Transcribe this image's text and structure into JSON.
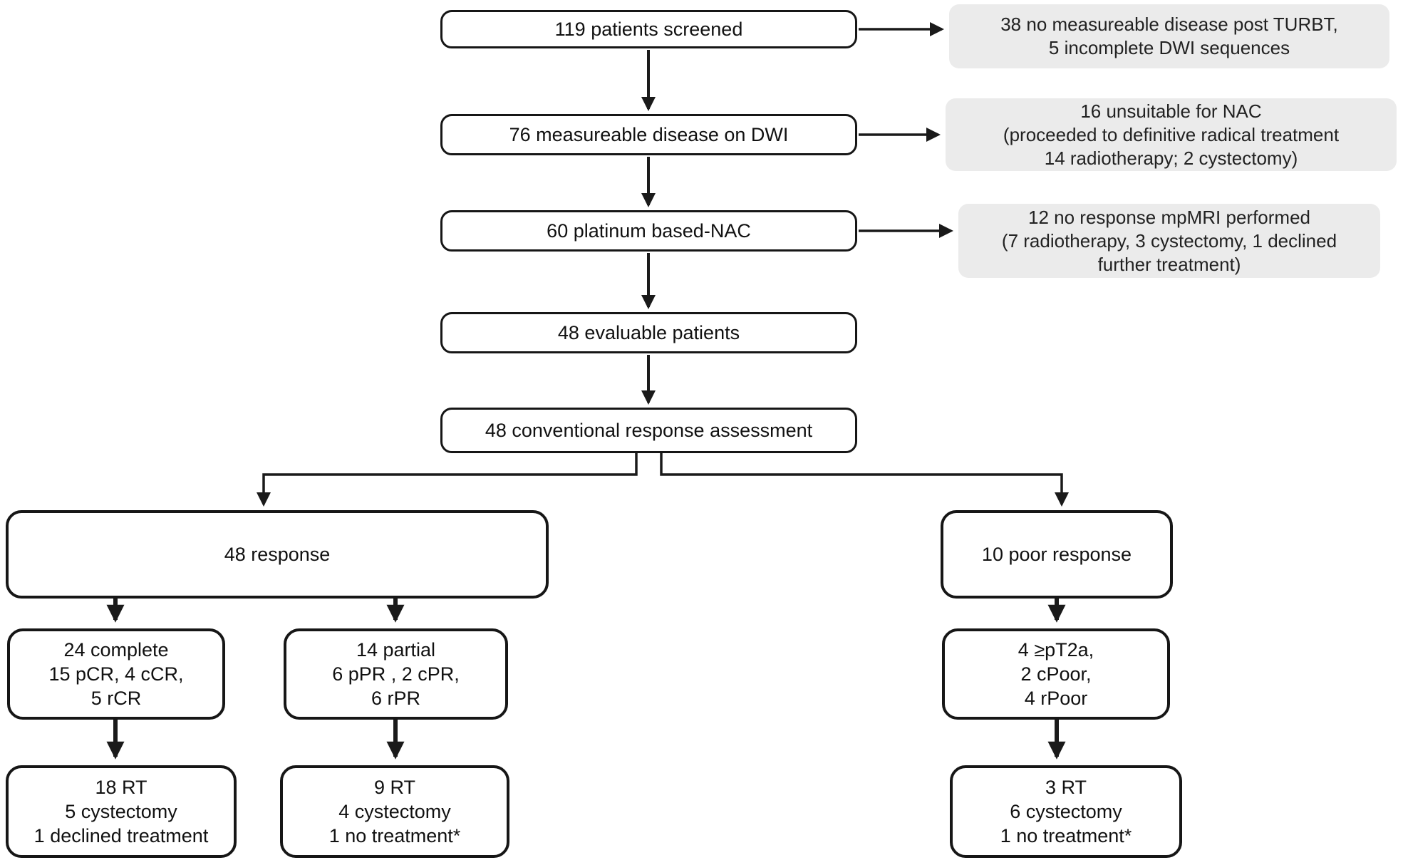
{
  "flow": {
    "screened": "119 patients screened",
    "measurable": "76 measureable disease on DWI",
    "nac": "60 platinum based-NAC",
    "evaluable": "48 evaluable patients",
    "assessment": "48 conventional response assessment"
  },
  "exclusions": {
    "turbt": {
      "lines": [
        "38 no measureable disease post TURBT,",
        "5 incomplete DWI sequences"
      ]
    },
    "unsuitable": {
      "lines": [
        "16 unsuitable for NAC",
        "(proceeded to definitive radical treatment",
        "14 radiotherapy; 2 cystectomy)"
      ]
    },
    "no_response": {
      "lines": [
        "12 no response mpMRI performed",
        "(7 radiotherapy, 3 cystectomy, 1 declined",
        "further treatment)"
      ]
    }
  },
  "response_branch": {
    "header": "48 response",
    "complete": {
      "lines": [
        "24 complete",
        "15 pCR, 4 cCR,",
        "5 rCR"
      ]
    },
    "partial": {
      "lines": [
        "14 partial",
        "6 pPR , 2 cPR,",
        "6 rPR"
      ]
    },
    "complete_outcome": {
      "lines": [
        "18 RT",
        "5 cystectomy",
        "1 declined treatment"
      ]
    },
    "partial_outcome": {
      "lines": [
        "9 RT",
        "4 cystectomy",
        "1 no treatment*"
      ]
    }
  },
  "poor_branch": {
    "header": "10 poor response",
    "staging": {
      "lines": [
        "4 ≥pT2a,",
        "2 cPoor,",
        "4 rPoor"
      ]
    },
    "outcome": {
      "lines": [
        "3 RT",
        "6 cystectomy",
        "1 no treatment*"
      ]
    }
  },
  "colors": {
    "line": "#1a1a1a",
    "note_bg": "#ebebeb",
    "node_border": "#161616"
  }
}
